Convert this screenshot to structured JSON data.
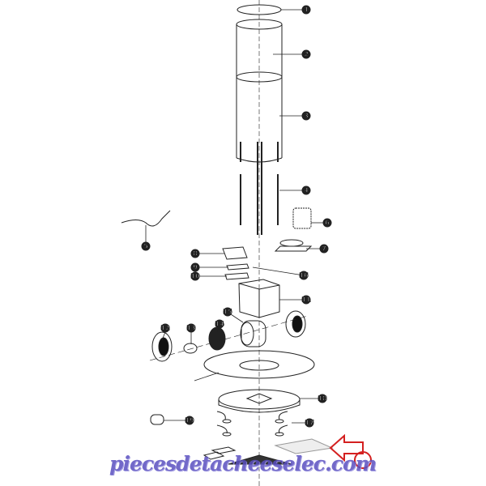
{
  "diagram": {
    "callouts": [
      "1",
      "2",
      "3",
      "4",
      "5",
      "6",
      "7",
      "8",
      "9",
      "10",
      "11",
      "12",
      "13",
      "14",
      "15",
      "16",
      "17",
      "18",
      "19"
    ],
    "watermark": "piecesdetacheeselec.com",
    "highlight_color": "#d42020",
    "line_color": "#222222"
  }
}
